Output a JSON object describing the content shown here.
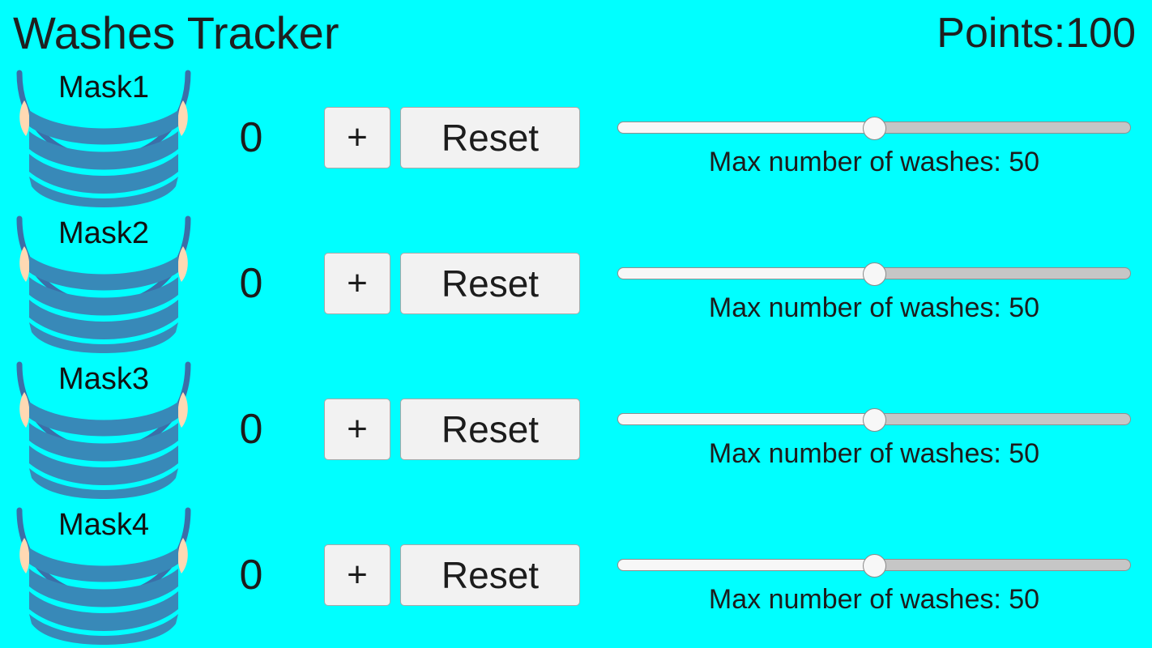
{
  "app": {
    "title": "Washes Tracker",
    "points_label": "Points:100",
    "background_color": "#00ffff",
    "text_color": "#1c1c1c",
    "mask_body_color": "#3889b8",
    "mask_loop_color": "#3b6fa8",
    "mask_ear_color": "#ffd9b3",
    "button_bg_color": "#f2f2f2",
    "slider_fill_color": "#f7f7f7",
    "slider_track_color": "#c6c6c6"
  },
  "controls": {
    "increment_label": "+",
    "reset_label": "Reset"
  },
  "rows": [
    {
      "mask_label": "Mask1",
      "count": "0",
      "slider_percent": 50,
      "max_washes_caption": "Max number of washes: 50",
      "mask_icon": "face-mask-icon"
    },
    {
      "mask_label": "Mask2",
      "count": "0",
      "slider_percent": 50,
      "max_washes_caption": "Max number of washes: 50",
      "mask_icon": "face-mask-icon"
    },
    {
      "mask_label": "Mask3",
      "count": "0",
      "slider_percent": 50,
      "max_washes_caption": "Max number of washes: 50",
      "mask_icon": "face-mask-icon"
    },
    {
      "mask_label": "Mask4",
      "count": "0",
      "slider_percent": 50,
      "max_washes_caption": "Max number of washes: 50",
      "mask_icon": "face-mask-icon"
    }
  ]
}
